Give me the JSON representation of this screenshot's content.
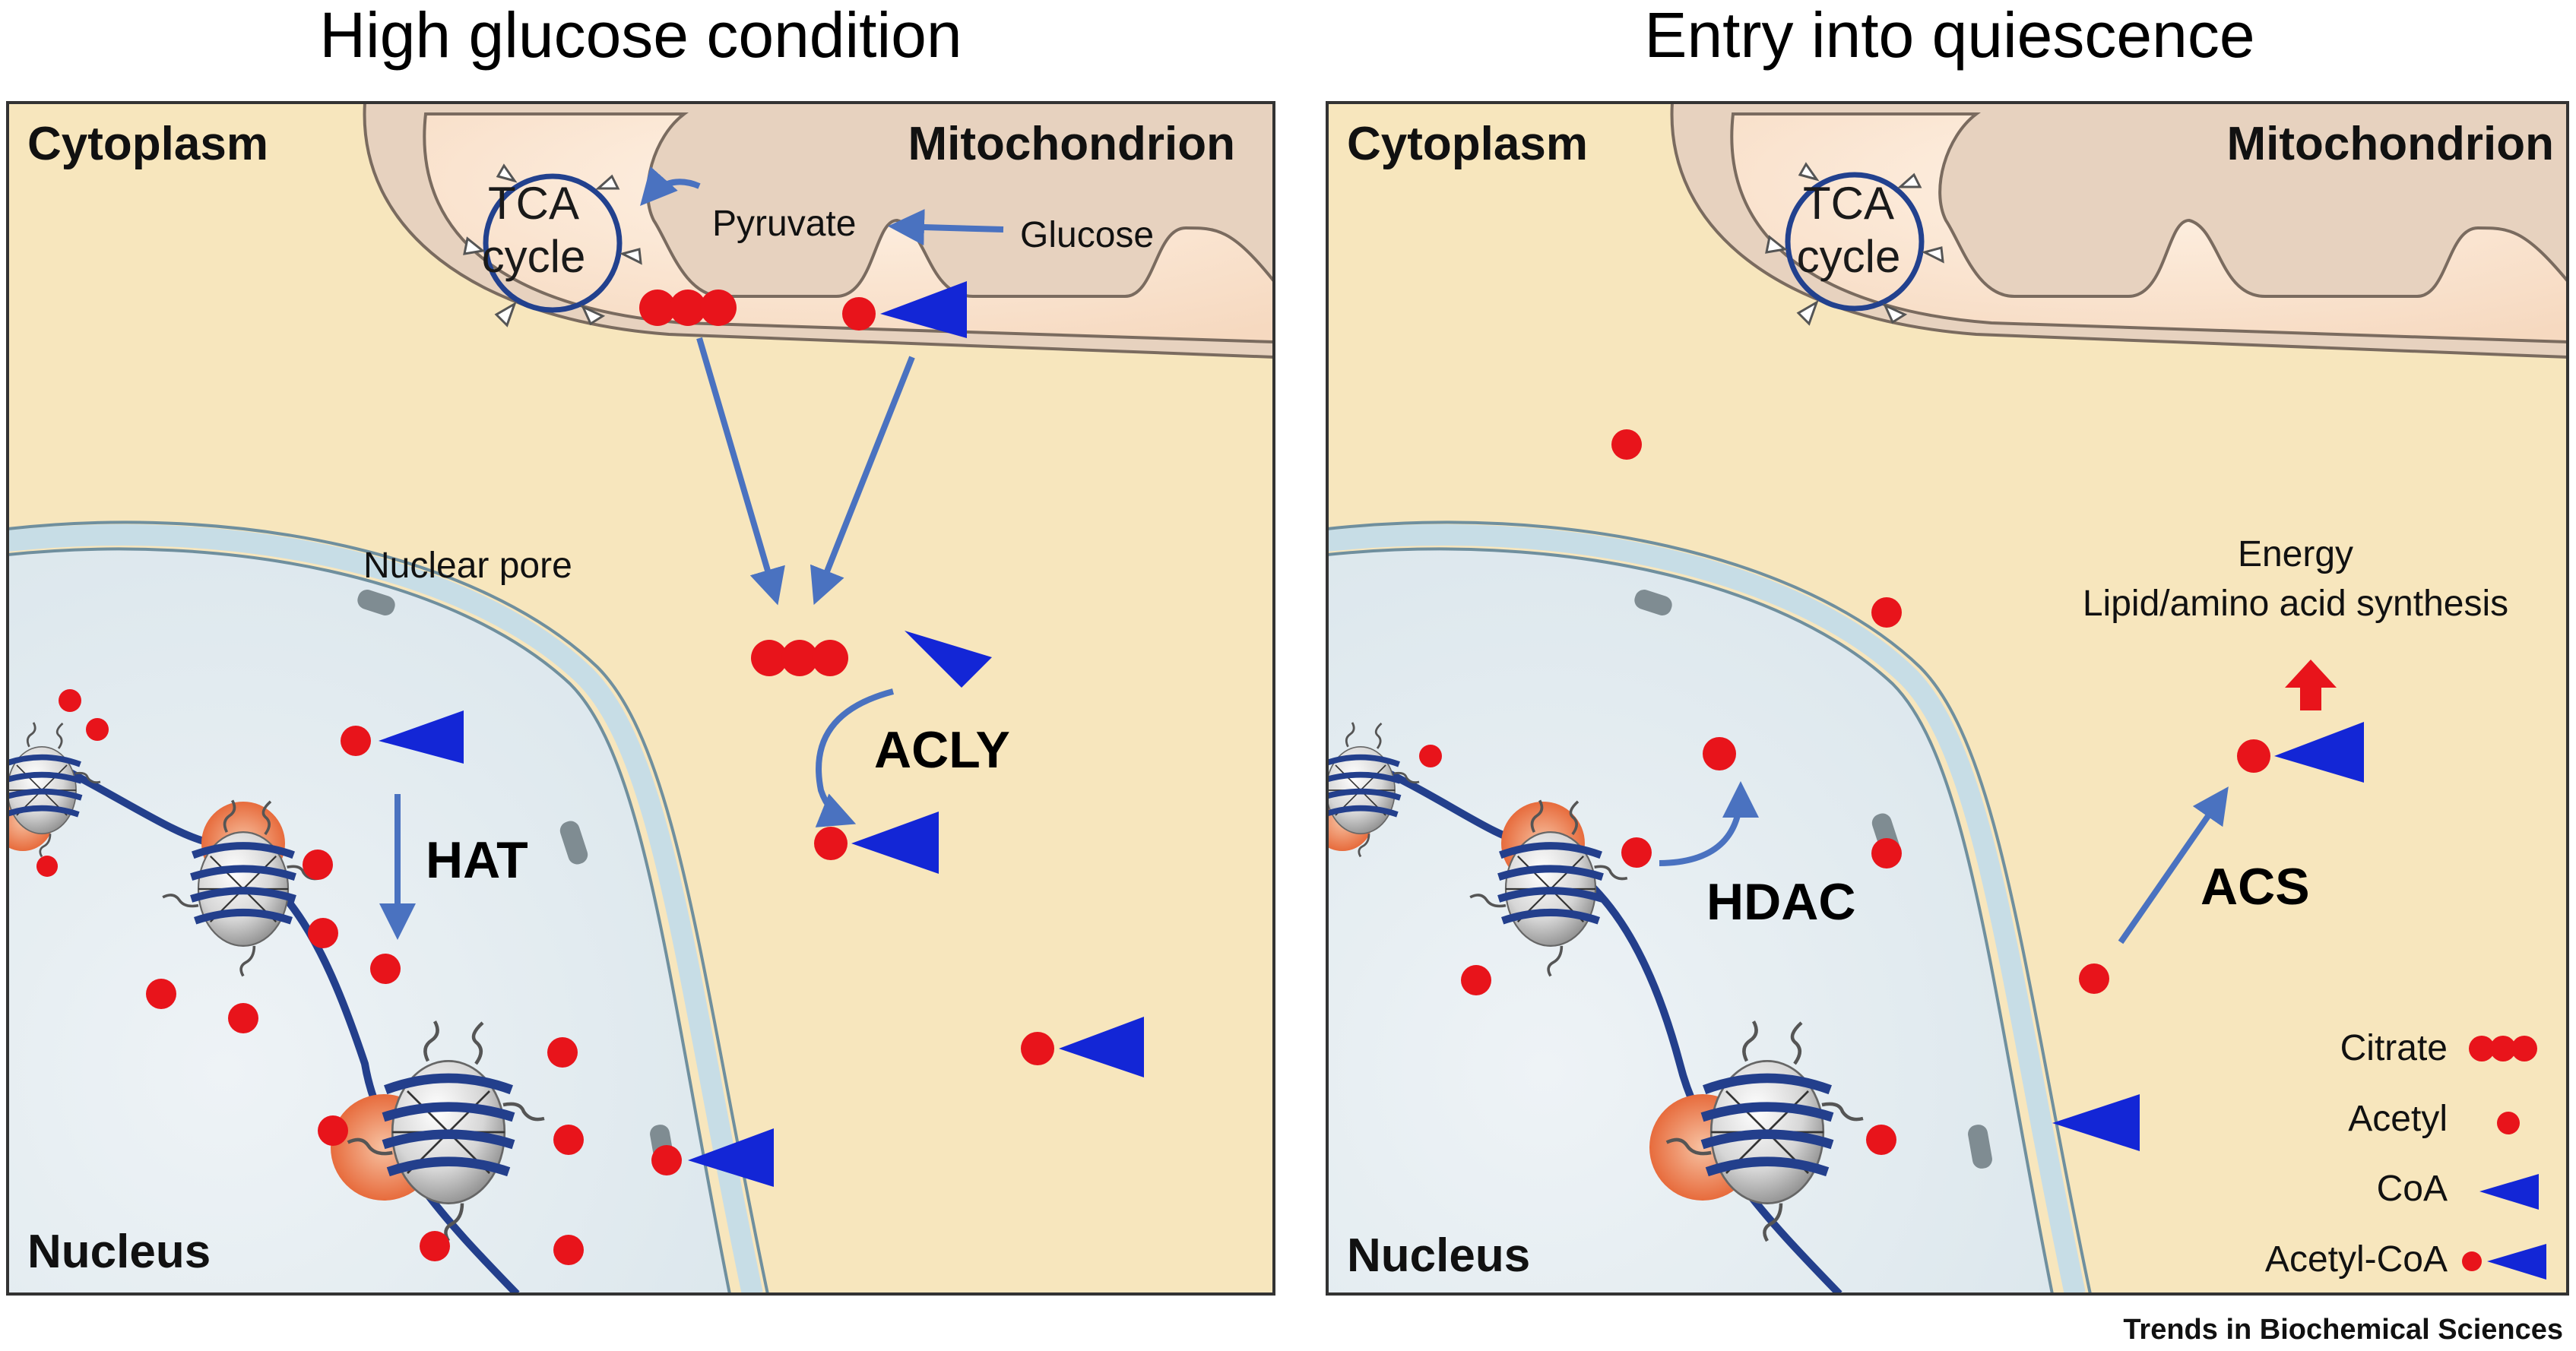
{
  "colors": {
    "cytoplasm": "#f7e6bd",
    "mitochondrion_outer": "#e7d2bf",
    "mitochondrion_matrix": "#fde9d6",
    "nucleus": "#dfe9ee",
    "nuclear_envelope": "#c7dde6",
    "acetyl": "#e8141b",
    "coa": "#1326d6",
    "arrow": "#4a72c0",
    "red_arrow": "#e8141b",
    "dna": "#233f8c",
    "histone": "#d4d4d4",
    "orange_protein": "#e86a3a"
  },
  "left_panel": {
    "title": "High glucose condition",
    "cytoplasm_label": "Cytoplasm",
    "mitochondrion_label": "Mitochondrion",
    "nucleus_label": "Nucleus",
    "tca_line1": "TCA",
    "tca_line2": "cycle",
    "pyruvate_label": "Pyruvate",
    "glucose_label": "Glucose",
    "nuclear_pore_label": "Nuclear pore",
    "acly_label": "ACLY",
    "hat_label": "HAT"
  },
  "right_panel": {
    "title": "Entry into quiescence",
    "cytoplasm_label": "Cytoplasm",
    "mitochondrion_label": "Mitochondrion",
    "nucleus_label": "Nucleus",
    "tca_line1": "TCA",
    "tca_line2": "cycle",
    "energy_line1": "Energy",
    "energy_line2": "Lipid/amino acid synthesis",
    "hdac_label": "HDAC",
    "acs_label": "ACS"
  },
  "legend": {
    "items": [
      {
        "label": "Citrate",
        "icon": "three-red-dots"
      },
      {
        "label": "Acetyl",
        "icon": "red-dot"
      },
      {
        "label": "CoA",
        "icon": "blue-triangle"
      },
      {
        "label": "Acetyl-CoA",
        "icon": "red-dot-blue-triangle"
      }
    ]
  },
  "credit": "Trends in Biochemical Sciences"
}
